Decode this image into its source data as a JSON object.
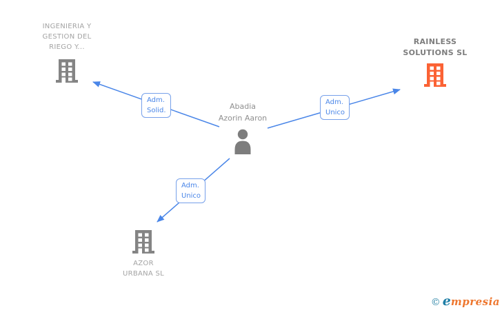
{
  "diagram": {
    "person": {
      "name": "Abadia\nAzorin Aaron",
      "icon": "person-icon",
      "icon_color": "#7d7d7d"
    },
    "companies": [
      {
        "name": "INGENIERIA Y\nGESTION DEL\nRIEGO Y...",
        "icon": "building-icon",
        "icon_color": "#848484",
        "text_color": "#a3a3a3",
        "emphasis": false
      },
      {
        "name": "RAINLESS\nSOLUTIONS SL",
        "icon": "building-icon",
        "icon_color": "#fb6234",
        "text_color": "#7d7d7d",
        "emphasis": true
      },
      {
        "name": "AZOR\nURBANA SL",
        "icon": "building-icon",
        "icon_color": "#848484",
        "text_color": "#a3a3a3",
        "emphasis": false
      }
    ],
    "edges": [
      {
        "label": "Adm.\nSolid.",
        "from": "Abadia Azorin Aaron",
        "to": "INGENIERIA Y GESTION DEL RIEGO Y..."
      },
      {
        "label": "Adm.\nUnico",
        "from": "Abadia Azorin Aaron",
        "to": "RAINLESS SOLUTIONS SL"
      },
      {
        "label": "Adm.\nUnico",
        "from": "Abadia Azorin Aaron",
        "to": "AZOR URBANA SL"
      }
    ],
    "colors": {
      "edge": "#4a86e8",
      "edge_label_border": "#76a0ea",
      "edge_label_text": "#4a86e8",
      "building_gray": "#848484",
      "building_orange": "#fb6234",
      "person_gray": "#7d7d7d"
    }
  },
  "footer": {
    "copyright_symbol": "©",
    "brand_initial": "e",
    "brand_rest": "mpresia",
    "initial_color": "#1e7ea6",
    "rest_color": "#ee772f"
  }
}
